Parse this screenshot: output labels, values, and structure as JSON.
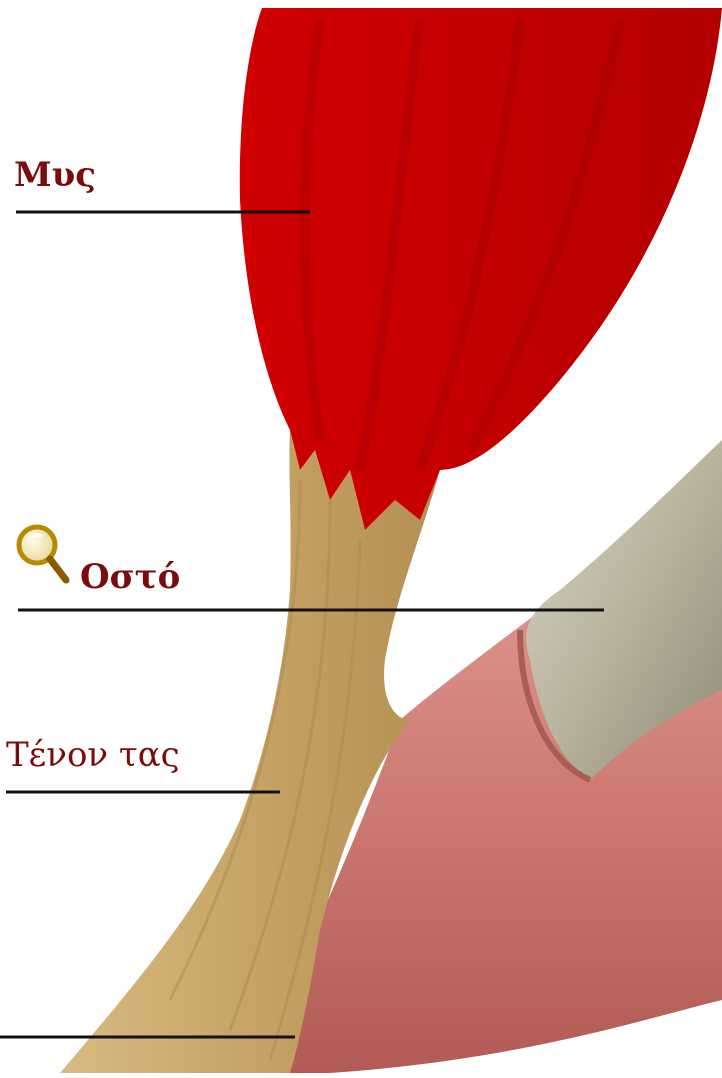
{
  "labels": {
    "muscle": "Μυς",
    "bone": "Οστό",
    "tendon": "Τένον τας"
  },
  "icons": {
    "magnifier": "magnifier-icon"
  },
  "colors": {
    "label_text": "#7b0c0c",
    "leader_line": "#111111",
    "muscle": "#c40000",
    "tendon": "#c9a86a",
    "bone": "#b4b09a",
    "periosteum": "#d98a82"
  }
}
